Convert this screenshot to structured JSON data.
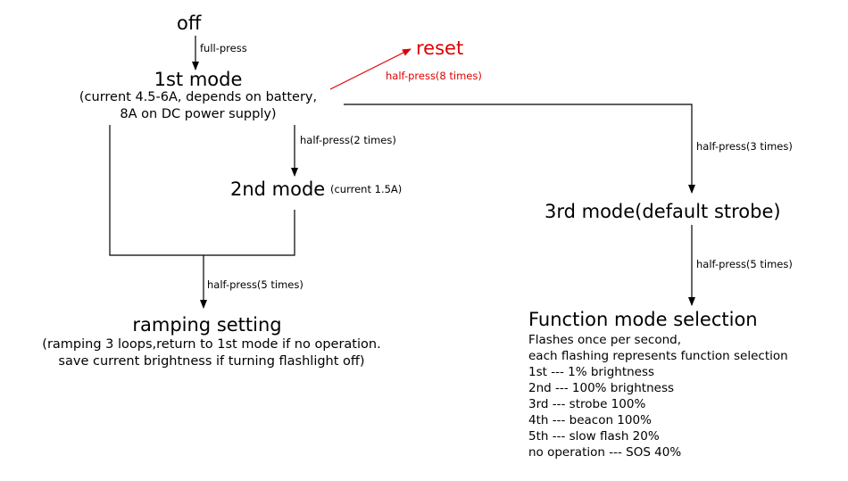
{
  "nodes": {
    "off": "off",
    "mode1_title": "1st mode",
    "mode1_desc_line1": "(current 4.5-6A, depends on battery,",
    "mode1_desc_line2": "8A on DC power supply)",
    "mode2_title": "2nd mode",
    "mode2_note": "(current 1.5A)",
    "reset": "reset",
    "mode3_title": "3rd mode(default strobe)",
    "ramping_title": "ramping setting",
    "ramping_desc_line1": "(ramping 3 loops,return to 1st mode if no  operation.",
    "ramping_desc_line2": "save current brightness if turning flashlight off)",
    "function_title": "Function mode selection",
    "function_lines": [
      "Flashes once per second,",
      "each flashing represents function selection",
      "1st --- 1% brightness",
      "2nd ---  100% brightness",
      "3rd --- strobe 100%",
      "4th --- beacon 100%",
      "5th --- slow flash 20%",
      "no operation --- SOS 40%"
    ]
  },
  "edges": {
    "off_to_mode1": "full-press",
    "mode1_to_reset": "half-press(8 times)",
    "mode1_to_mode2": "half-press(2 times)",
    "mode1_to_mode3": "half-press(3 times)",
    "to_ramping": "half-press(5 times)",
    "mode3_to_function": "half-press(5 times)"
  },
  "colors": {
    "line": "#000000",
    "reset": "#e00000"
  }
}
